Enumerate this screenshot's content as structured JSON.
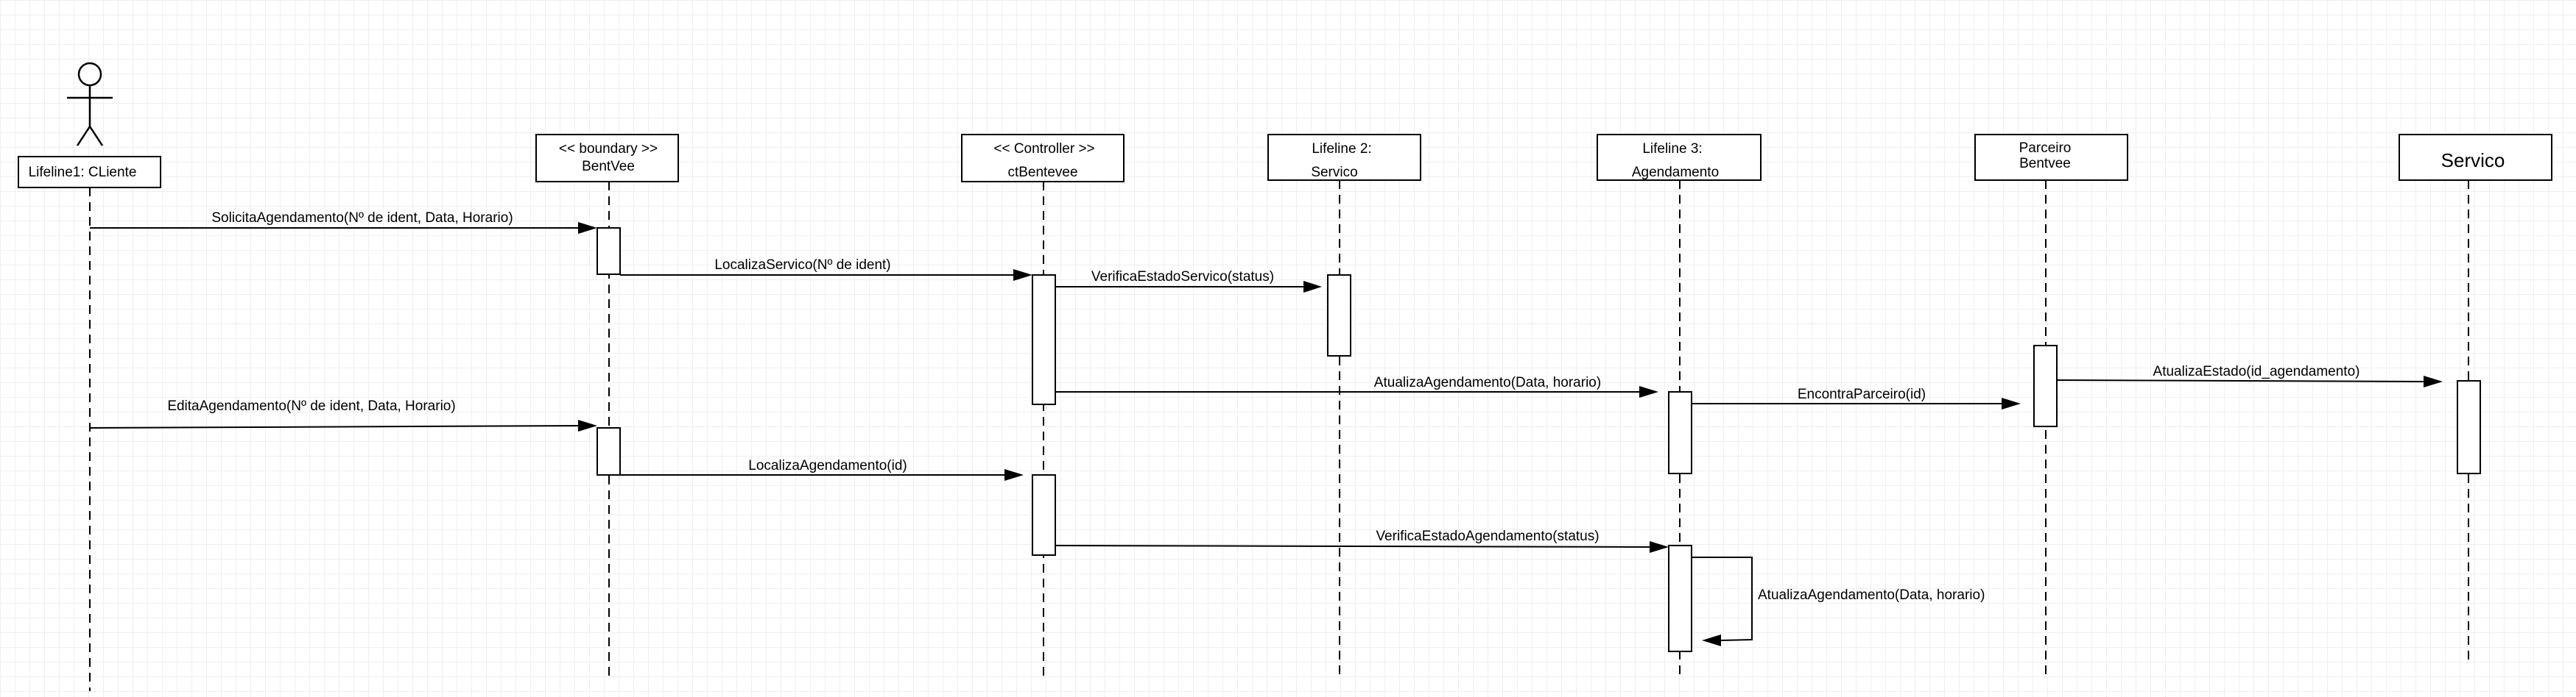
{
  "diagram": {
    "lifelines": [
      {
        "id": "cliente",
        "label_lines": [
          "Lifeline1: CLiente"
        ]
      },
      {
        "id": "boundary",
        "label_lines": [
          "<< boundary >>",
          "BentVee"
        ]
      },
      {
        "id": "controller",
        "label_lines": [
          "<< Controller >>",
          "ctBentevee"
        ]
      },
      {
        "id": "servico2",
        "label_lines": [
          "Lifeline 2:",
          "Servico"
        ]
      },
      {
        "id": "agendamento",
        "label_lines": [
          "Lifeline 3:",
          "Agendamento"
        ]
      },
      {
        "id": "parceiro",
        "label_lines": [
          "Parceiro",
          "Bentvee"
        ]
      },
      {
        "id": "servico",
        "label_lines": [
          "Servico"
        ]
      }
    ],
    "messages": [
      {
        "id": "m1",
        "label": "SolicitaAgendamento(Nº de ident, Data, Horario)"
      },
      {
        "id": "m2",
        "label": "LocalizaServico(Nº de ident)"
      },
      {
        "id": "m3",
        "label": "VerificaEstadoServico(status)"
      },
      {
        "id": "m4",
        "label": "AtualizaAgendamento(Data, horario)"
      },
      {
        "id": "m5",
        "label": "EncontraParceiro(id)"
      },
      {
        "id": "m6",
        "label": "AtualizaEstado(id_agendamento)"
      },
      {
        "id": "m7",
        "label": "EditaAgendamento(Nº de ident, Data, Horario)"
      },
      {
        "id": "m8",
        "label": "LocalizaAgendamento(id)"
      },
      {
        "id": "m9",
        "label": "VerificaEstadoAgendamento(status)"
      },
      {
        "id": "m10",
        "label": "AtualizaAgendamento(Data, horario)"
      }
    ]
  }
}
